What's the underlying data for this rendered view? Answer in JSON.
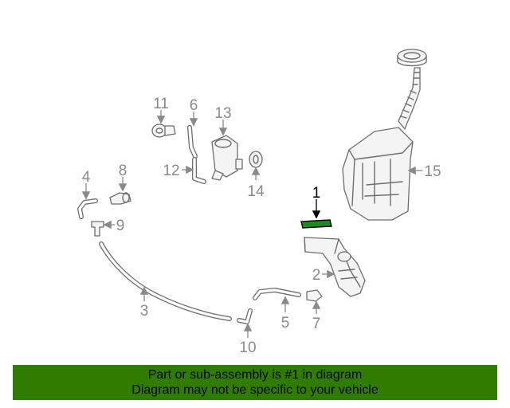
{
  "callouts": {
    "c1": "1",
    "c2": "2",
    "c3": "3",
    "c4": "4",
    "c5": "5",
    "c6": "6",
    "c7": "7",
    "c8": "8",
    "c9": "9",
    "c10": "10",
    "c11": "11",
    "c12": "12",
    "c13": "13",
    "c14": "14",
    "c15": "15"
  },
  "highlighted_part": "1",
  "colors": {
    "highlight": "#1e8a1e",
    "banner": "#2e7d00",
    "line": "#6e6e6e",
    "label": "#8a8a8a"
  },
  "banner": {
    "line1": "Part or sub-assembly is #1 in diagram",
    "line2": "Diagram may not be specific to your vehicle"
  }
}
